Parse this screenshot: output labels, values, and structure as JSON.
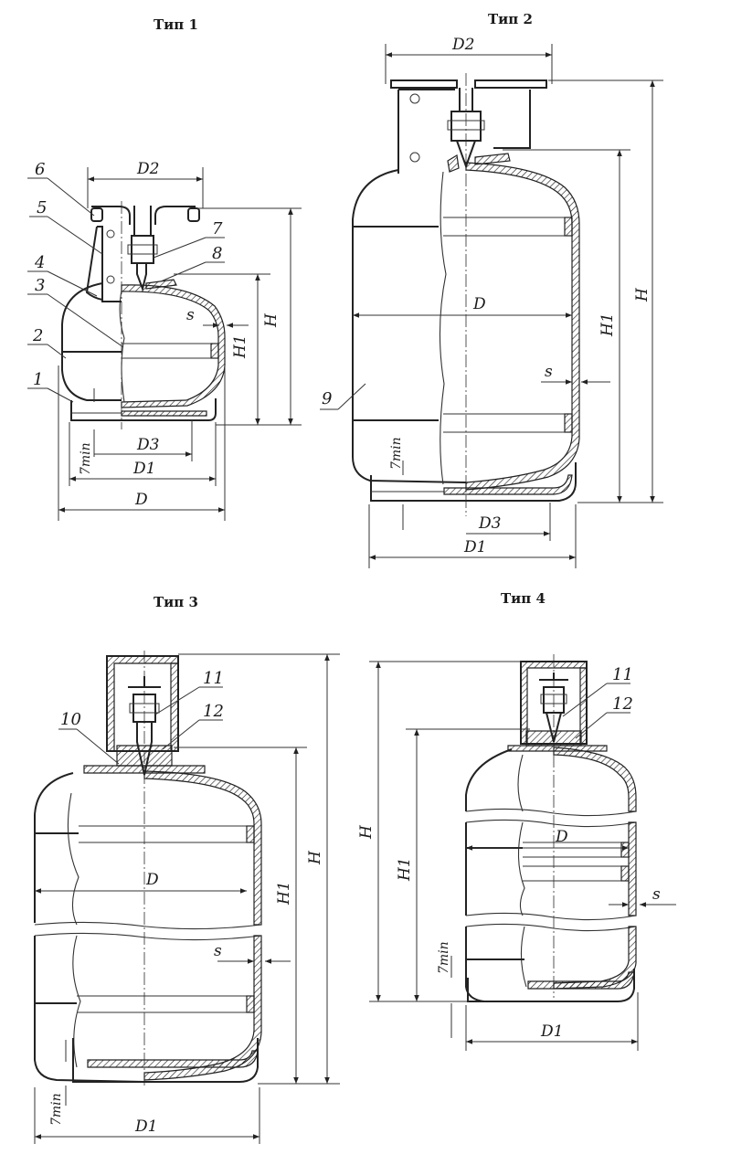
{
  "figures": [
    {
      "title": "Тип 1"
    },
    {
      "title": "Тип 2"
    },
    {
      "title": "Тип 3"
    },
    {
      "title": "Тип 4"
    }
  ],
  "dims": {
    "D": "D",
    "D1": "D1",
    "D2": "D2",
    "D3": "D3",
    "H": "H",
    "H1": "H1",
    "s": "s",
    "tmin": "7min"
  },
  "callouts": [
    "1",
    "2",
    "3",
    "4",
    "5",
    "6",
    "7",
    "8",
    "9",
    "10",
    "11",
    "12"
  ]
}
